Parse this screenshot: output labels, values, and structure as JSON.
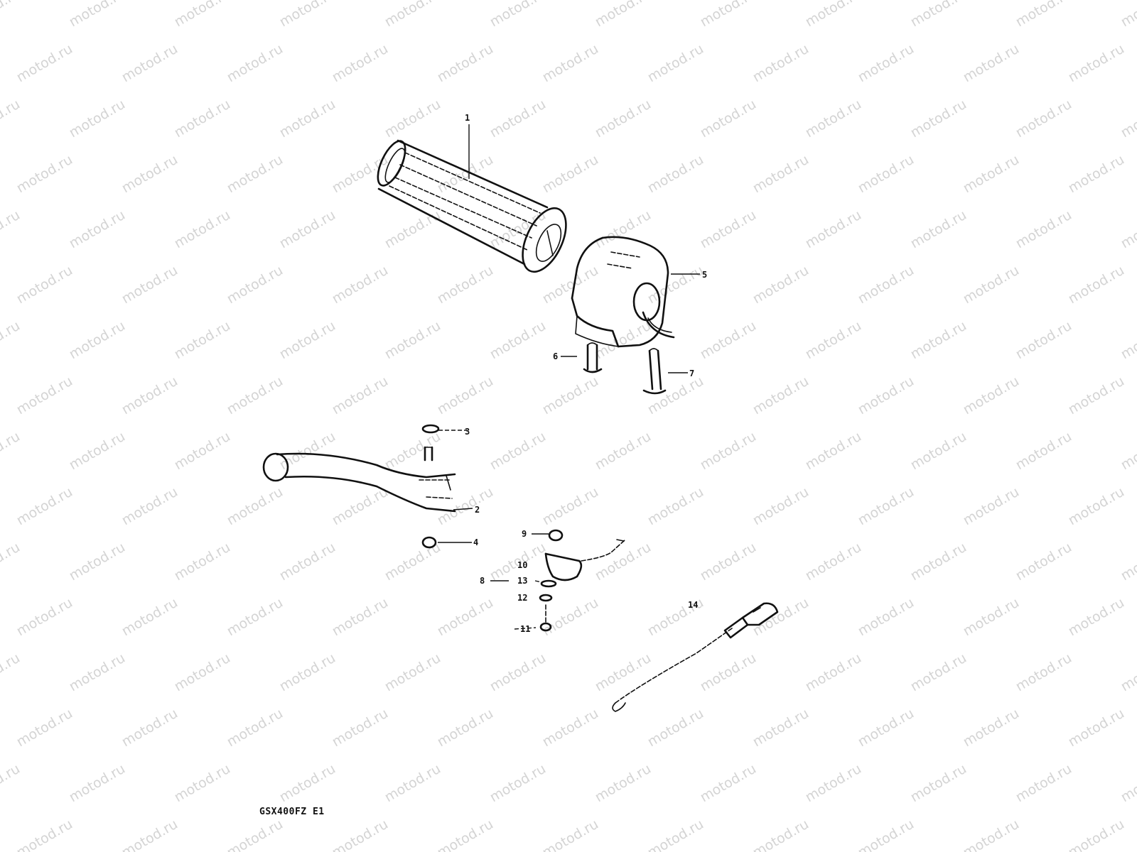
{
  "watermark": {
    "text": "motod.ru",
    "color": "#d4d4d4"
  },
  "colors": {
    "ink": "#111111",
    "background": "#ffffff"
  },
  "callouts": {
    "c1": "1",
    "c2": "2",
    "c3": "3",
    "c4": "4",
    "c5": "5",
    "c6": "6",
    "c7": "7",
    "c8": "8",
    "c9": "9",
    "c10": "10",
    "c11": "11",
    "c12": "12",
    "c13": "13",
    "c14": "14"
  },
  "model_code": "GSX400FZ E1"
}
